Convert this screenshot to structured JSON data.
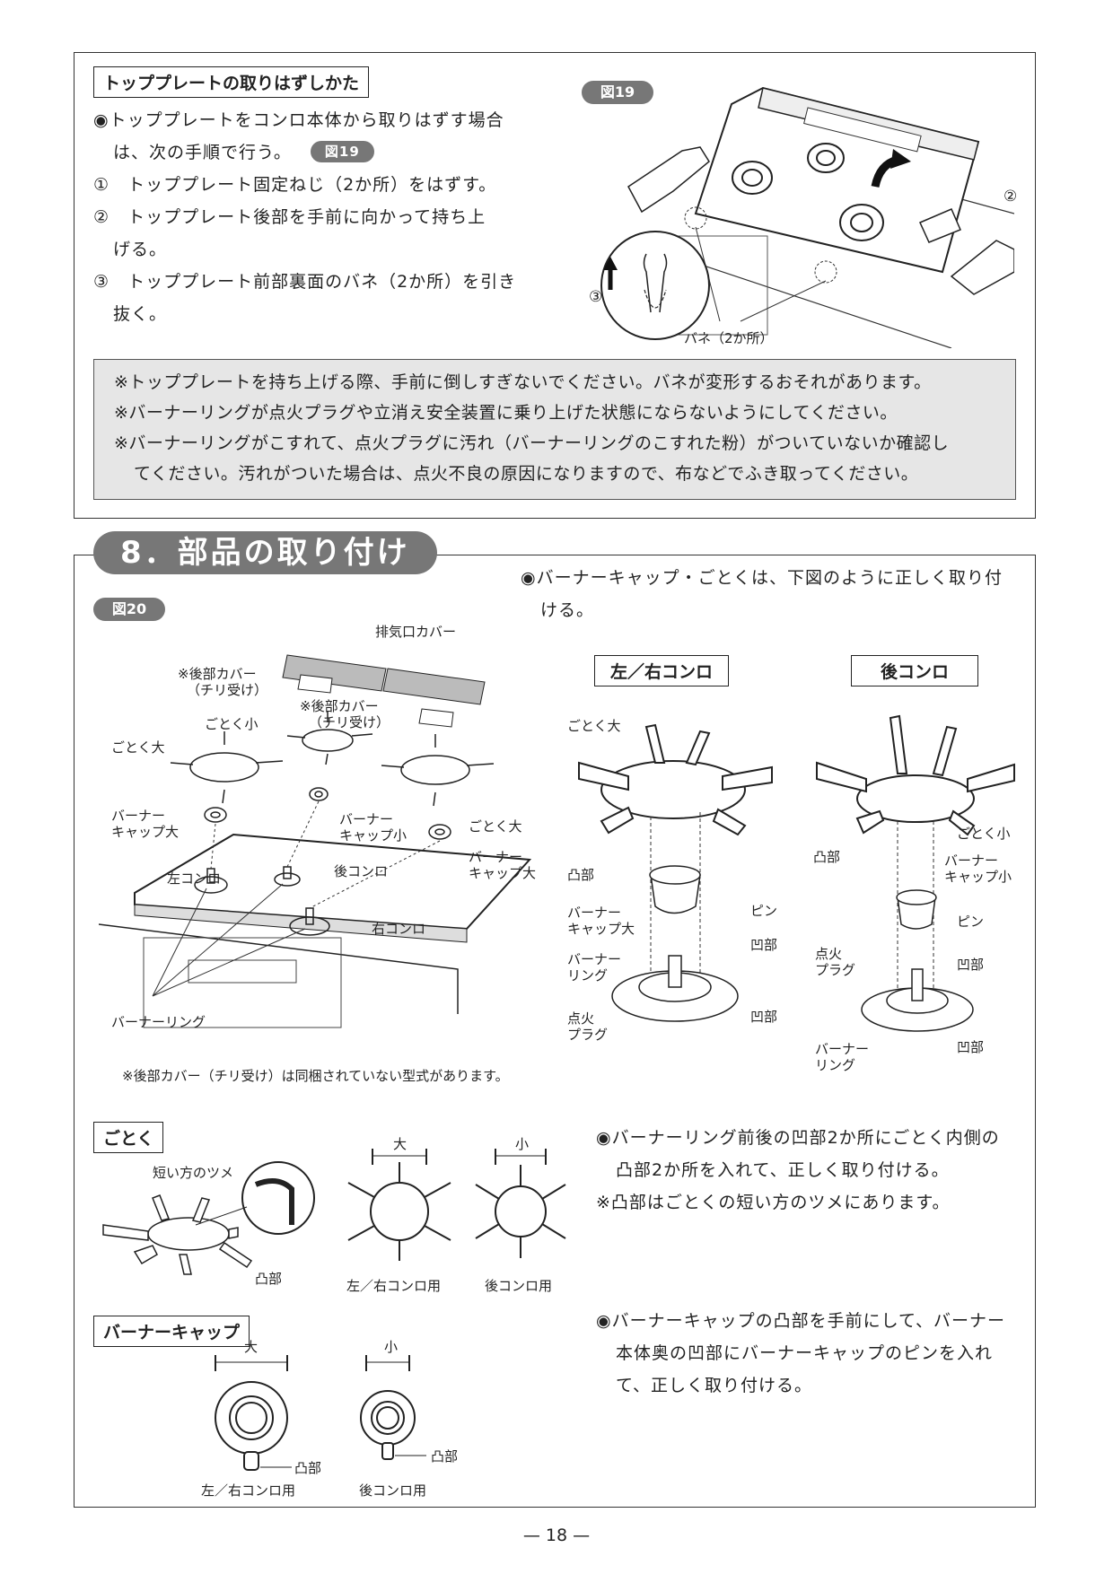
{
  "top_section": {
    "heading": "トッププレートの取りはずしかた",
    "intro_line1": "◉トッププレートをコンロ本体から取りはずす場合",
    "intro_line2": "は、次の手順で行う。",
    "fig_ref": "図19",
    "steps": [
      {
        "num": "①",
        "line1": "トッププレート固定ねじ（2か所）をはずす。",
        "line2": ""
      },
      {
        "num": "②",
        "line1": "トッププレート後部を手前に向かって持ち上",
        "line2": "げる。"
      },
      {
        "num": "③",
        "line1": "トッププレート前部裏面のバネ（2か所）を引き",
        "line2": "抜く。"
      }
    ],
    "figure": {
      "label": "図19",
      "callout_2": "②",
      "callout_3": "③",
      "spring_label": "バネ（2か所）"
    },
    "notes": [
      "※トッププレートを持ち上げる際、手前に倒しすぎないでください。バネが変形するおそれがあります。",
      "※バーナーリングが点火プラグや立消え安全装置に乗り上げた状態にならないようにしてください。",
      "※バーナーリングがこすれて、点火プラグに汚れ（バーナーリングのこすれた粉）がついていないか確認し",
      "てください。汚れがついた場合は、点火不良の原因になりますので、布などでふき取ってください。"
    ]
  },
  "section8": {
    "title": "8．部品の取り付け",
    "intro_line1": "◉バーナーキャップ・ごとくは、下図のように正しく取り付",
    "intro_line2": "ける。",
    "fig20": {
      "label": "図20",
      "exhaust_cover": "排気口カバー",
      "rear_cover_a_1": "※後部カバー",
      "rear_cover_a_2": "（チリ受け）",
      "rear_cover_b_1": "※後部カバー",
      "rear_cover_b_2": "（チリ受け）",
      "grate_small": "ごとく小",
      "grate_large_l": "ごとく大",
      "grate_large_r": "ごとく大",
      "cap_large_l_1": "バーナー",
      "cap_large_l_2": "キャップ大",
      "cap_small_1": "バーナー",
      "cap_small_2": "キャップ小",
      "cap_large_r_1": "バーナー",
      "cap_large_r_2": "キャップ大",
      "left_burner": "左コンロ",
      "rear_burner": "後コンロ",
      "right_burner": "右コンロ",
      "burner_ring": "バーナーリング",
      "footnote": "※後部カバー（チリ受け）は同梱されていない型式があります。"
    },
    "lr_burner": {
      "heading": "左／右コンロ",
      "grate": "ごとく大",
      "convex": "凸部",
      "cap_1": "バーナー",
      "cap_2": "キャップ大",
      "pin": "ピン",
      "concave_top": "凹部",
      "ring_1": "バーナー",
      "ring_2": "リング",
      "concave_bottom": "凹部",
      "plug_1": "点火",
      "plug_2": "プラグ"
    },
    "rear_burner": {
      "heading": "後コンロ",
      "grate": "ごとく小",
      "convex": "凸部",
      "cap_1": "バーナー",
      "cap_2": "キャップ小",
      "pin": "ピン",
      "plug_1": "点火",
      "plug_2": "プラグ",
      "concave_top": "凹部",
      "concave_bottom": "凹部",
      "ring_1": "バーナー",
      "ring_2": "リング"
    },
    "gotoku": {
      "heading": "ごとく",
      "short_claw": "短い方のツメ",
      "convex": "凸部",
      "large": "大",
      "small": "小",
      "lr_use": "左／右コンロ用",
      "rear_use": "後コンロ用",
      "text_line1": "◉バーナーリング前後の凹部2か所にごとく内側の",
      "text_line2": "凸部2か所を入れて、正しく取り付ける。",
      "text_line3": "※凸部はごとくの短い方のツメにあります。"
    },
    "burner_cap": {
      "heading": "バーナーキャップ",
      "large": "大",
      "small": "小",
      "convex_l": "凸部",
      "convex_s": "凸部",
      "lr_use": "左／右コンロ用",
      "rear_use": "後コンロ用",
      "text_line1": "◉バーナーキャップの凸部を手前にして、バーナー",
      "text_line2": "本体奥の凹部にバーナーキャップのピンを入れ",
      "text_line3": "て、正しく取り付ける。"
    }
  },
  "page_number": "— 18 —"
}
